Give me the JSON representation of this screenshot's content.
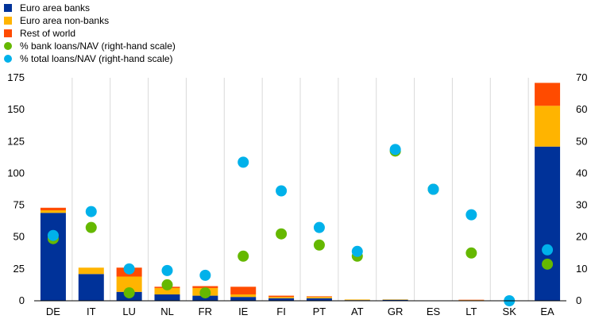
{
  "chart_data": {
    "type": "bar",
    "stacked": true,
    "categories": [
      "DE",
      "IT",
      "LU",
      "NL",
      "FR",
      "IE",
      "FI",
      "PT",
      "AT",
      "GR",
      "ES",
      "LT",
      "SK",
      "EA"
    ],
    "series": [
      {
        "name": "Euro area banks",
        "kind": "bar",
        "axis": "left",
        "color": "#003299",
        "values": [
          69,
          21,
          7,
          5,
          4,
          3,
          2,
          2,
          0.5,
          0.8,
          0,
          0,
          0,
          121
        ]
      },
      {
        "name": "Euro area non-banks",
        "kind": "bar",
        "axis": "left",
        "color": "#FFB400",
        "values": [
          2,
          5,
          12,
          5,
          6,
          2,
          1,
          1,
          0.5,
          0.3,
          0,
          0.5,
          0,
          32
        ]
      },
      {
        "name": "Rest of world",
        "kind": "bar",
        "axis": "left",
        "color": "#FF4B00",
        "values": [
          2,
          0,
          7,
          1,
          1.5,
          6,
          1,
          0.5,
          0,
          0,
          0,
          0.3,
          0,
          18
        ]
      },
      {
        "name": "% bank loans/NAV (right-hand scale)",
        "kind": "point",
        "axis": "right",
        "color": "#65B800",
        "values": [
          19.5,
          23,
          2.5,
          5,
          2.5,
          14,
          21,
          17.5,
          14,
          47,
          35,
          15,
          null,
          11.5
        ]
      },
      {
        "name": "% total loans/NAV (right-hand scale)",
        "kind": "point",
        "axis": "right",
        "color": "#00B1EA",
        "values": [
          20.5,
          28,
          10,
          9.5,
          8,
          43.5,
          34.5,
          23,
          15.5,
          47.5,
          35,
          27,
          0,
          16
        ]
      }
    ],
    "ylim_left": [
      0,
      175
    ],
    "yticks_left": [
      "0",
      "25",
      "50",
      "75",
      "100",
      "125",
      "150",
      "175"
    ],
    "ylim_right": [
      0,
      70
    ],
    "yticks_right": [
      "0",
      "10",
      "20",
      "30",
      "40",
      "50",
      "60",
      "70"
    ],
    "grid": "vertical",
    "legend_position": "top-left"
  }
}
